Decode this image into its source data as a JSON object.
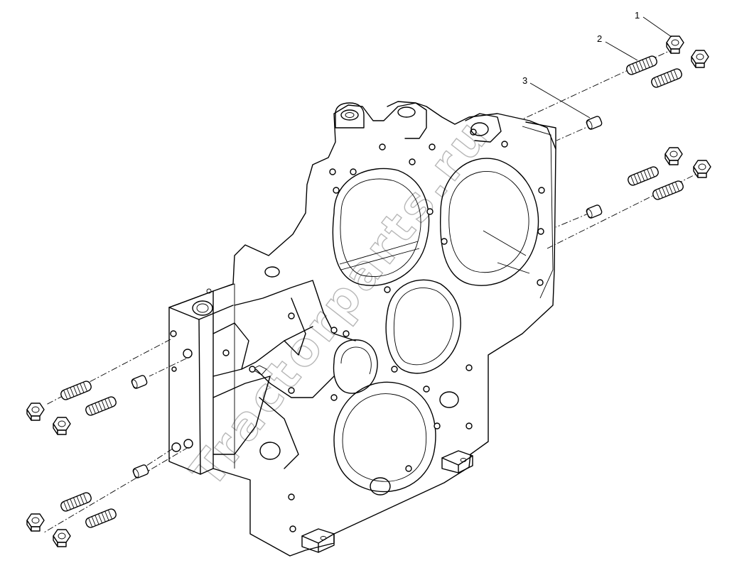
{
  "callouts": [
    {
      "number": "1"
    },
    {
      "number": "2"
    },
    {
      "number": "3"
    }
  ],
  "watermark": {
    "text": "Tractorparts.ru",
    "color": "#b7b7b7"
  },
  "colors": {
    "line": "#000000",
    "background": "#ffffff"
  }
}
